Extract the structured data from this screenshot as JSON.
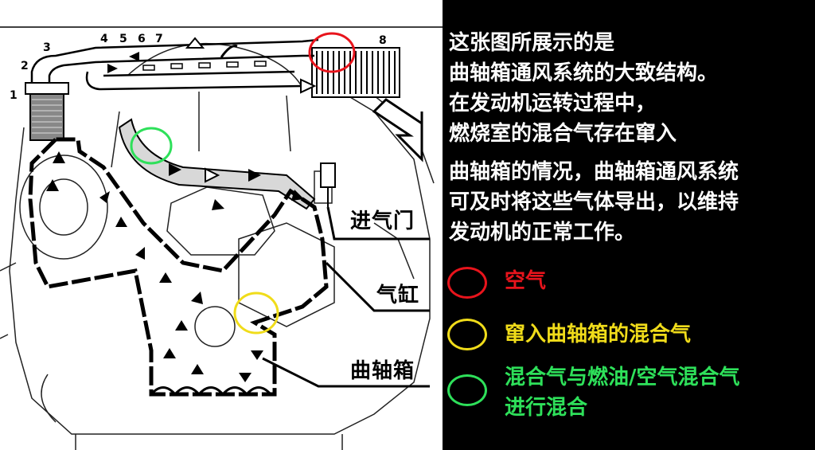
{
  "diagram": {
    "part_numbers": [
      "1",
      "2",
      "3",
      "4",
      "5",
      "6",
      "7",
      "8"
    ],
    "labels": {
      "intake_valve": "进气门",
      "cylinder": "气缸",
      "crankcase": "曲轴箱"
    }
  },
  "description": {
    "lines": [
      "这张图所展示的是",
      "曲轴箱通风系统的大致结构。",
      "在发动机运转过程中，",
      "燃烧室的混合气存在窜入",
      "曲轴箱的情况，曲轴箱通风系统",
      "可及时将这些气体导出，以维持",
      "发动机的正常工作。"
    ]
  },
  "legend": [
    {
      "label": "空气",
      "color": "#e8141c"
    },
    {
      "label": "窜入曲轴箱的混合气",
      "color": "#f0dc1a"
    },
    {
      "label": "混合气与燃油/空气混合气",
      "label2": "进行混合",
      "color": "#2ee05a"
    }
  ]
}
